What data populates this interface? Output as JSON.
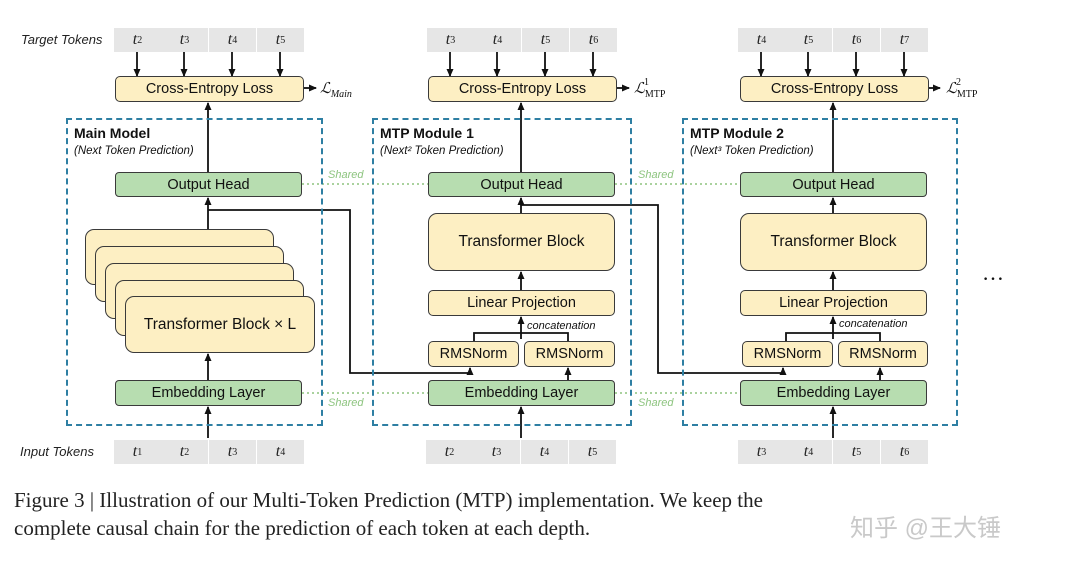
{
  "labels": {
    "target_tokens": "Target Tokens",
    "input_tokens": "Input Tokens",
    "shared": "Shared",
    "concatenation": "concatenation",
    "ellipsis": "…"
  },
  "columns": [
    {
      "target": [
        "2",
        "3",
        "4",
        "5"
      ],
      "input": [
        "1",
        "2",
        "3",
        "4"
      ],
      "loss_box": "Cross-Entropy Loss",
      "loss_symbol": "ℒ",
      "loss_sub": "Main",
      "loss_sup": "",
      "title": "Main Model",
      "subtitle": "(Next Token Prediction)",
      "output_head": "Output Head",
      "transformer_block": "Transformer Block × L",
      "embedding": "Embedding Layer"
    },
    {
      "target": [
        "3",
        "4",
        "5",
        "6"
      ],
      "input": [
        "2",
        "3",
        "4",
        "5"
      ],
      "loss_box": "Cross-Entropy Loss",
      "loss_symbol": "ℒ",
      "loss_sub": "MTP",
      "loss_sup": "1",
      "title": "MTP Module 1",
      "subtitle": "(Next² Token Prediction)",
      "output_head": "Output Head",
      "transformer_block": "Transformer Block",
      "linear_projection": "Linear Projection",
      "rmsnorm_left": "RMSNorm",
      "rmsnorm_right": "RMSNorm",
      "embedding": "Embedding Layer"
    },
    {
      "target": [
        "4",
        "5",
        "6",
        "7"
      ],
      "input": [
        "3",
        "4",
        "5",
        "6"
      ],
      "loss_box": "Cross-Entropy Loss",
      "loss_symbol": "ℒ",
      "loss_sub": "MTP",
      "loss_sup": "2",
      "title": "MTP Module 2",
      "subtitle": "(Next³ Token Prediction)",
      "output_head": "Output Head",
      "transformer_block": "Transformer Block",
      "linear_projection": "Linear Projection",
      "rmsnorm_left": "RMSNorm",
      "rmsnorm_right": "RMSNorm",
      "embedding": "Embedding Layer"
    }
  ],
  "token_symbol": "t",
  "caption": {
    "line1": "Figure 3 | Illustration of our Multi-Token Prediction (MTP) implementation. We keep the",
    "line2": "complete causal chain for the prediction of each token at each depth."
  },
  "watermark": "知乎 @王大锤",
  "colors": {
    "frame": "#2e7fa3",
    "yellow_box": "#fdefc3",
    "green_box": "#b7ddb0",
    "token_bg": "#e6e6e6",
    "shared_line": "#8dc47f"
  }
}
